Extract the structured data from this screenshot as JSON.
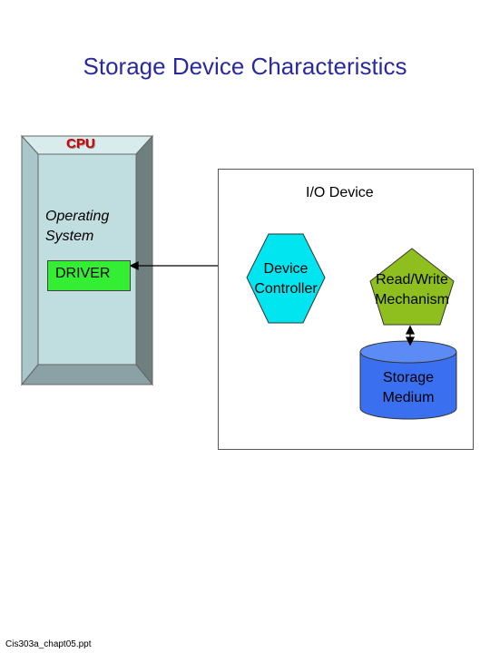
{
  "title": "Storage Device Characteristics",
  "cpu": {
    "label": "CPU",
    "os_lines": [
      "Operating",
      "System"
    ],
    "driver_label": "DRIVER"
  },
  "io_device": {
    "label": "I/O Device",
    "controller_lines": [
      "Device",
      "Controller"
    ],
    "mechanism_lines": [
      "Read/Write",
      "Mechanism"
    ],
    "medium_lines": [
      "Storage",
      "Medium"
    ]
  },
  "footer": "Cis303a_chapt05.ppt",
  "colors": {
    "title": "#2a2aa0",
    "cpu_face": "#c0dde0",
    "driver": "#33ee33",
    "controller": "#00e5ef",
    "mechanism": "#8fbf1f",
    "medium": "#3a6ff0"
  }
}
